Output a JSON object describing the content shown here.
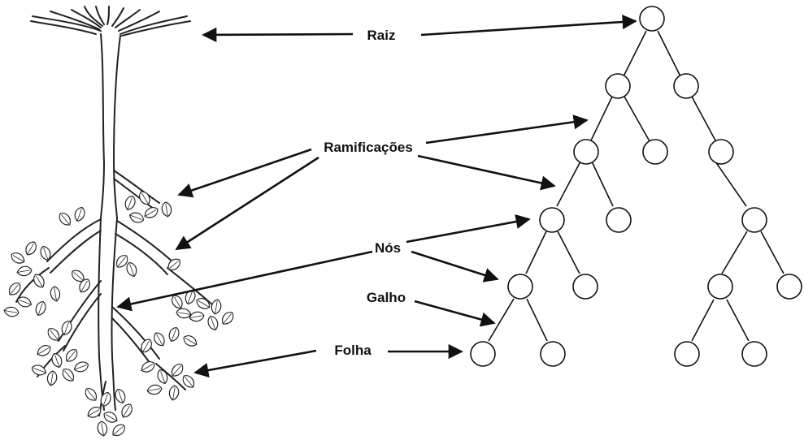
{
  "labels": {
    "root": "Raiz",
    "branches": "Ramificações",
    "nodes": "Nós",
    "branch": "Galho",
    "leaf": "Folha"
  },
  "colors": {
    "ink": "#111111",
    "paper": "#ffffff",
    "node_fill": "#ffffff"
  },
  "icons": {
    "plant": "upside-down-tree-icon",
    "tree": "binary-tree-diagram"
  }
}
